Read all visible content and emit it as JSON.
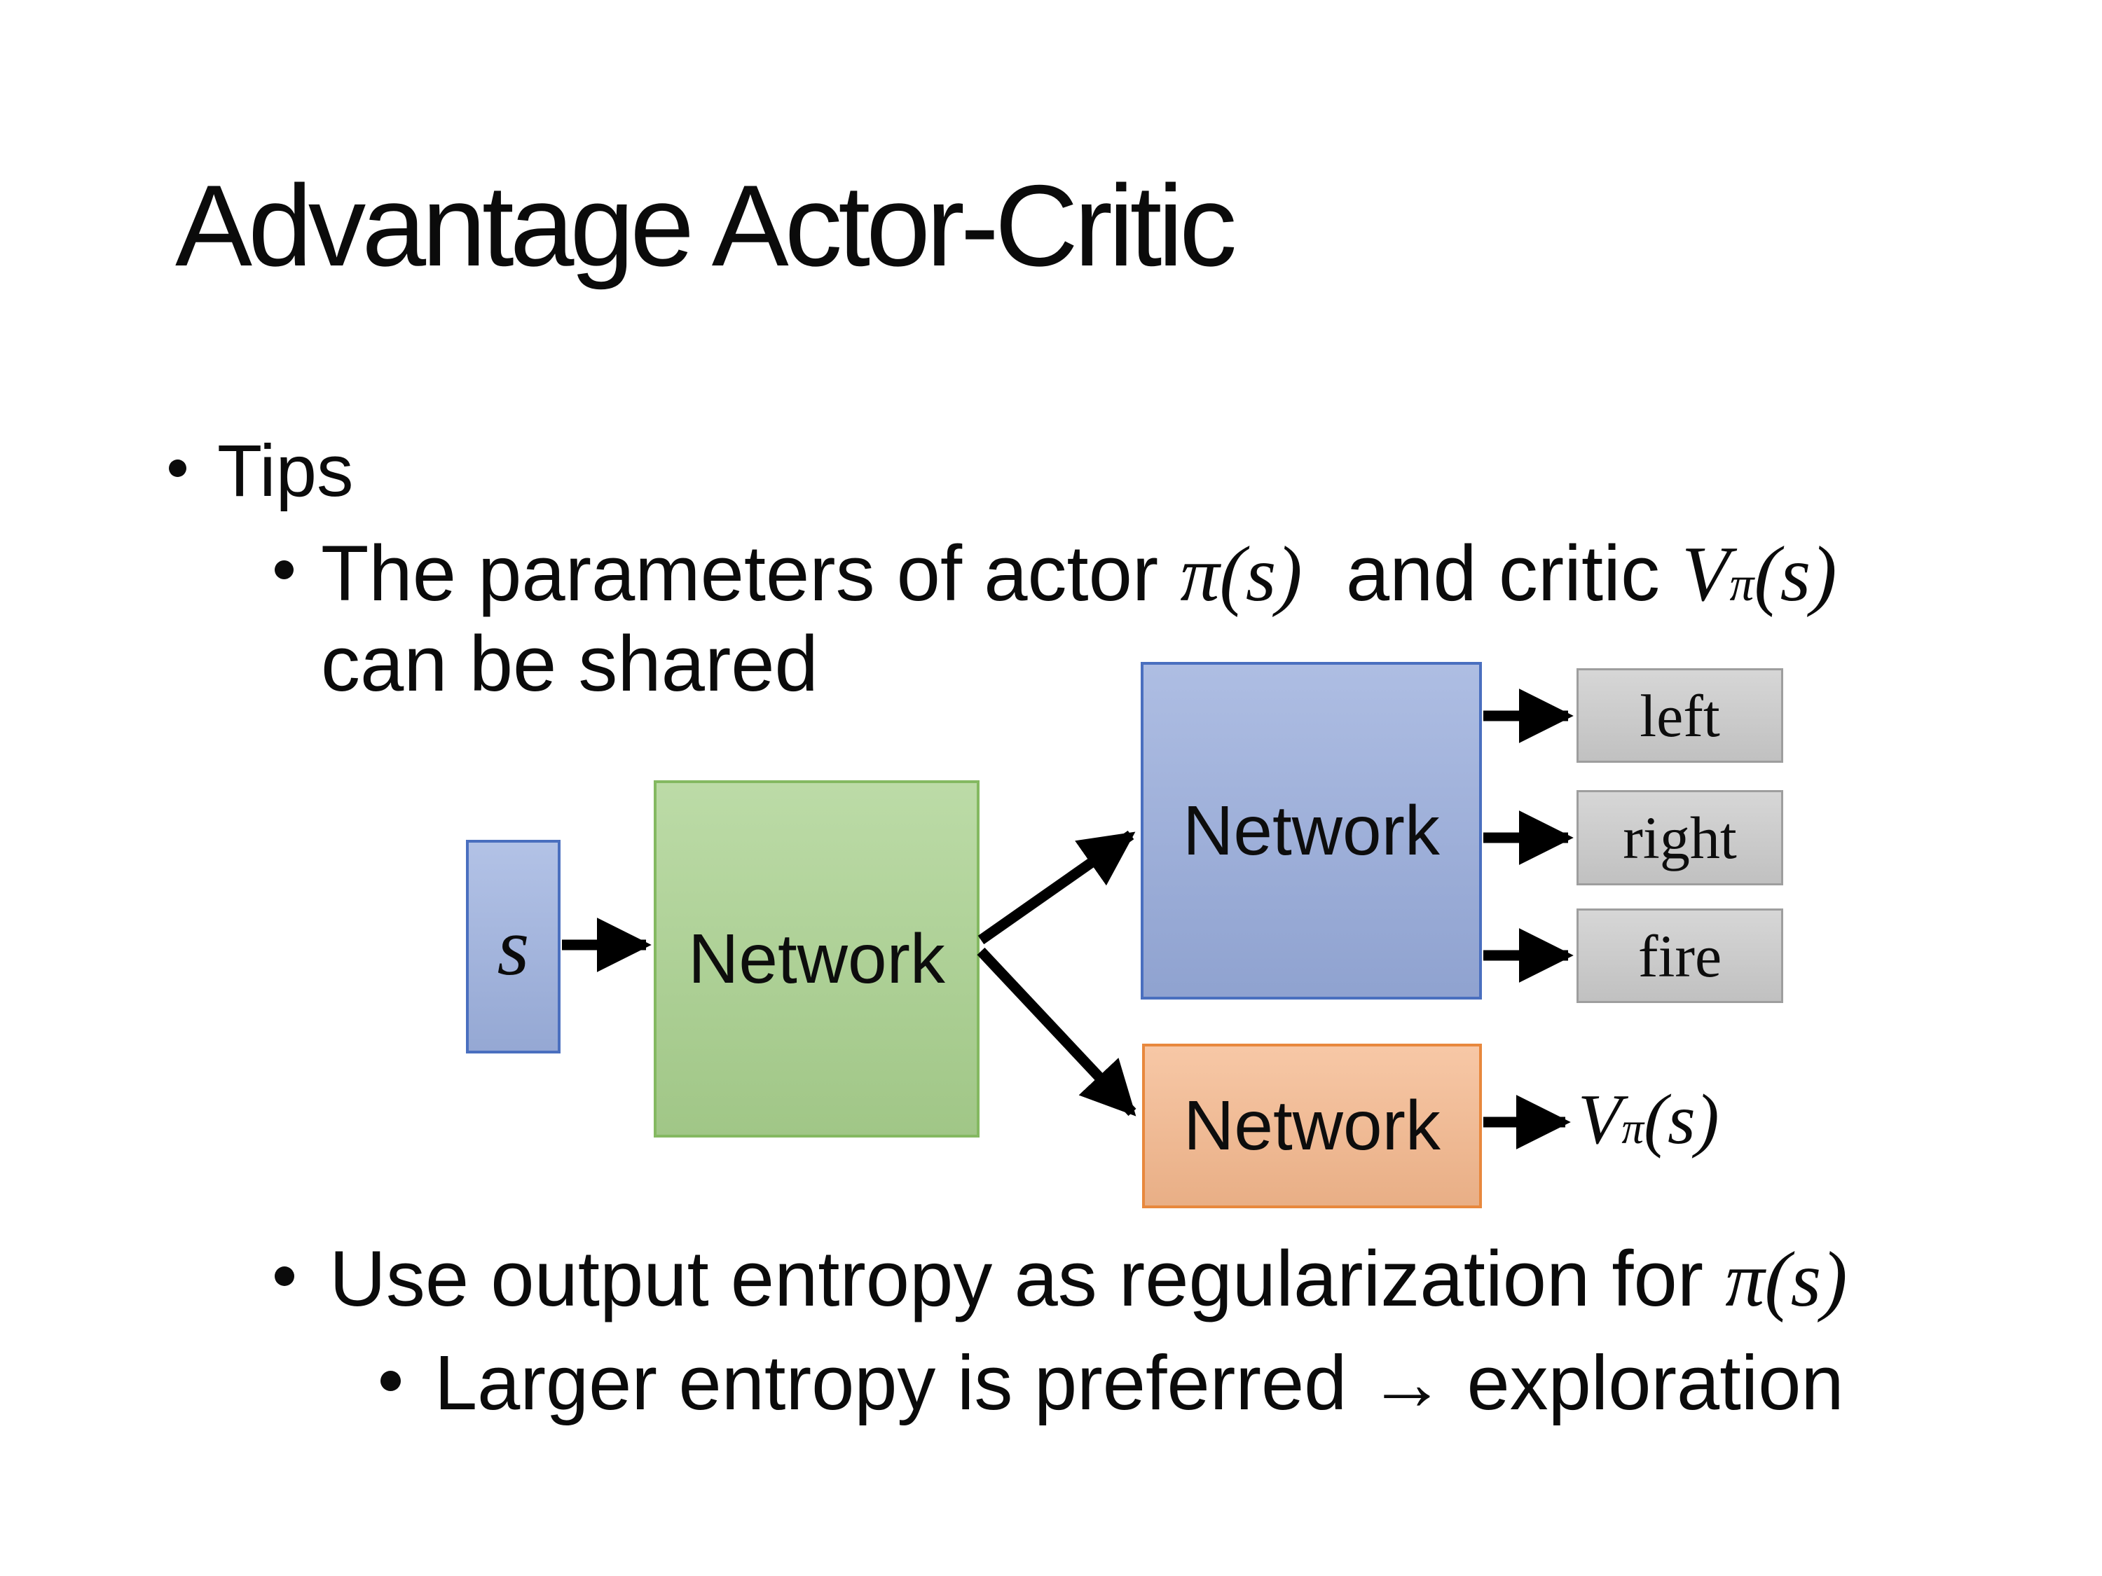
{
  "slide": {
    "title": "Advantage Actor-Critic",
    "bullets": {
      "tips": "Tips",
      "param_prefix": "The parameters of actor ",
      "actor_pi": "π(s)",
      "param_middle": "  and critic ",
      "critic_base": "V",
      "critic_sup": "π",
      "critic_args": "(s)",
      "param_line2": "can be shared",
      "entropy_prefix": "Use output entropy as regularization for ",
      "entropy_pi": "π(s)",
      "larger": "Larger entropy is preferred → exploration"
    },
    "diagram": {
      "state_label": "s",
      "shared_network_label": "Network",
      "actor_network_label": "Network",
      "critic_network_label": "Network",
      "outputs": [
        "left",
        "right",
        "fire"
      ],
      "value_base": "V",
      "value_sup": "π",
      "value_args": "(s)",
      "colors": {
        "state_fill": "#9db1df",
        "state_border": "#4a6fbf",
        "shared_fill": "#a9d18e",
        "shared_border": "#84b961",
        "actor_fill": "#97abdb",
        "actor_border": "#4a6fbf",
        "critic_fill": "#f5b88d",
        "critic_border": "#e8883d",
        "output_fill": "#cbcbcb",
        "output_border": "#9e9e9e",
        "arrow": "#000000"
      }
    }
  }
}
